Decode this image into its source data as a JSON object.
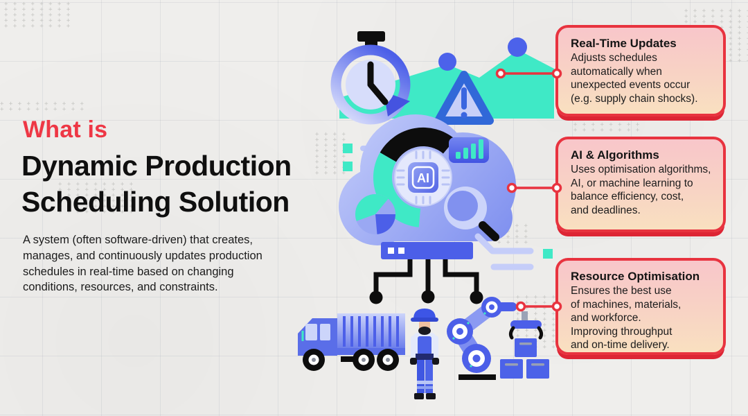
{
  "intro": {
    "kicker": "What is",
    "title": "Dynamic Production\nScheduling Solution",
    "description": "A system (often software-driven) that creates,\nmanages, and continuously updates production\nschedules in real-time based on changing\nconditions, resources, and constraints."
  },
  "cards": [
    {
      "title": "Real-Time Updates",
      "body": "Adjusts schedules\nautomatically when\nunexpected events occur\n(e.g. supply chain shocks)."
    },
    {
      "title": "AI & Algorithms",
      "body": "Uses optimisation algorithms,\nAI, or machine learning to\nbalance efficiency, cost,\nand deadlines."
    },
    {
      "title": "Resource Optimisation",
      "body": "Ensures the best use\nof machines, materials,\nand workforce.\nImproving throughput\nand on-time delivery."
    }
  ],
  "illustration": {
    "ai_chip_label": "AI",
    "icons": [
      "stopwatch-icon",
      "growth-area-chart",
      "warning-triangle-icon",
      "ai-cloud",
      "donut-chart-icon",
      "ai-chip-icon",
      "bar-chart-icon",
      "pie-chart-icon",
      "magnifier-icon",
      "network-switch",
      "truck-icon",
      "factory-worker-icon",
      "robot-arm-icon",
      "shipping-boxes-icon"
    ]
  },
  "colors": {
    "accent_red": "#e8333f",
    "kicker_red": "#ee3745",
    "teal": "#3fe9c6",
    "royal_blue": "#4c5fe8",
    "periwinkle": "#8b9af2",
    "card_gradient_top": "#f8c6ca",
    "card_gradient_bottom": "#f9e0c0",
    "background": "#efeeec",
    "text_dark": "#141414"
  }
}
